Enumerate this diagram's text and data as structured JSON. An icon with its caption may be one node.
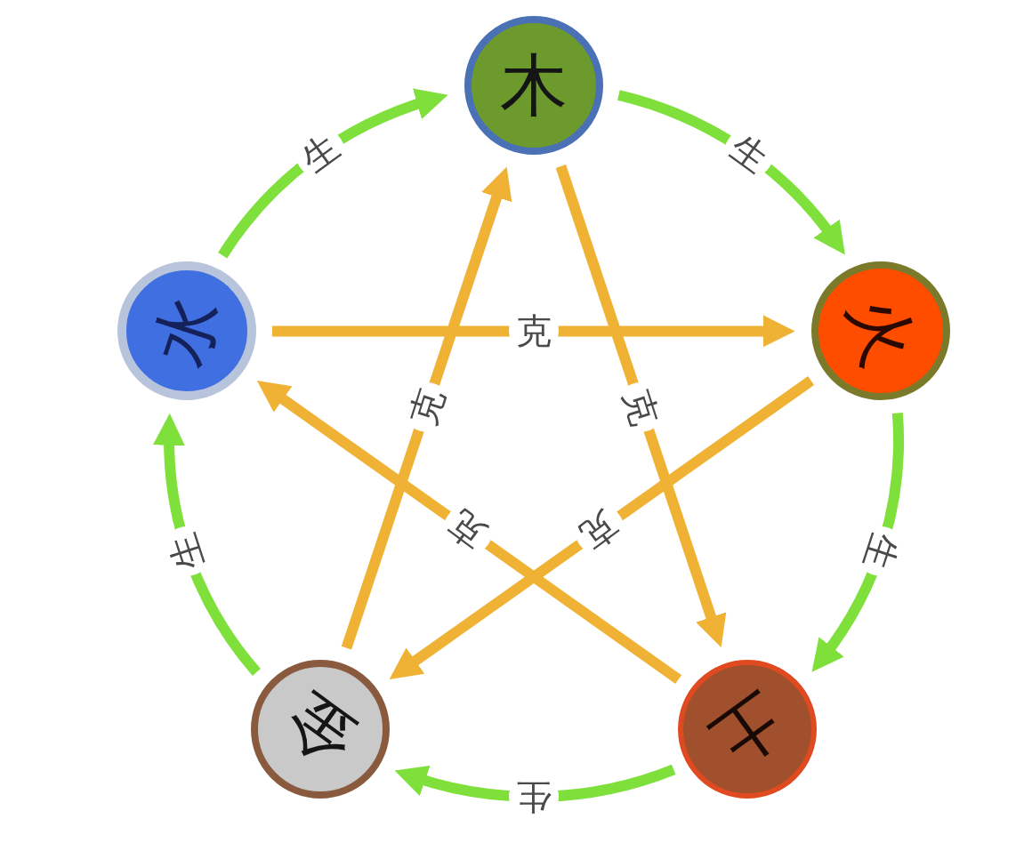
{
  "diagram": {
    "nodes": [
      {
        "text": [
          "木"
        ]
      },
      {
        "text": [
          "水"
        ]
      },
      {
        "text": [
          "火"
        ]
      },
      {
        "text": [
          "金"
        ]
      },
      {
        "text": [
          "土"
        ]
      }
    ],
    "edges": [
      {
        "from": 1,
        "to": 0,
        "arrow": "to",
        "label": "生",
        "color": "#7fe03c"
      },
      {
        "from": 0,
        "to": 2,
        "arrow": "to",
        "label": "生",
        "color": "#7fe03c"
      },
      {
        "from": 2,
        "to": 4,
        "arrow": "to",
        "label": "生",
        "color": "#7fe03c"
      },
      {
        "from": 4,
        "to": 3,
        "arrow": "to",
        "label": "生",
        "color": "#7fe03c"
      },
      {
        "from": 3,
        "to": 1,
        "arrow": "to",
        "label": "生",
        "color": "#7fe03c"
      },
      {
        "from": 1,
        "to": 2,
        "arrow": "to",
        "label": "克",
        "color": "#efb234"
      },
      {
        "from": 0,
        "to": 4,
        "arrow": "to",
        "label": "克",
        "color": "#efb234"
      },
      {
        "from": 2,
        "to": 3,
        "arrow": "to",
        "label": "克",
        "color": "#efb234"
      },
      {
        "from": 4,
        "to": 1,
        "arrow": "to",
        "label": "克",
        "color": "#efb234"
      },
      {
        "from": 3,
        "to": 0,
        "arrow": "to",
        "label": "克",
        "color": "#efb234"
      }
    ]
  }
}
